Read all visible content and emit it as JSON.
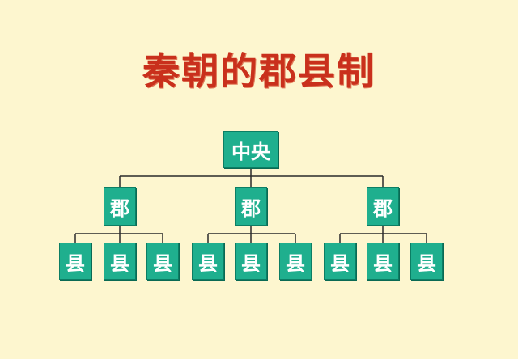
{
  "title": "秦朝的郡县制",
  "hierarchy": {
    "root": "中央",
    "commanderies": [
      {
        "label": "郡",
        "counties": [
          "县",
          "县",
          "县"
        ]
      },
      {
        "label": "郡",
        "counties": [
          "县",
          "县",
          "县"
        ]
      },
      {
        "label": "郡",
        "counties": [
          "县",
          "县",
          "县"
        ]
      }
    ]
  },
  "colors": {
    "background": "#fdf6cf",
    "title": "#c9301c",
    "box_fill": "#1faf8e",
    "box_text": "#ffffff",
    "connector": "#2a2a2a"
  }
}
